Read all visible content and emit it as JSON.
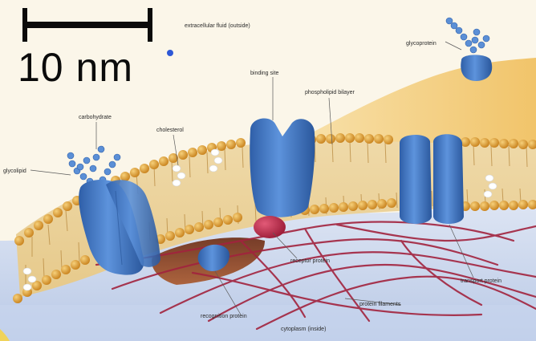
{
  "scale_bar": {
    "label": "10 nm"
  },
  "labels": {
    "extracellular": "extracellular fluid (outside)",
    "glycoprotein": "glycoprotein",
    "binding_site": "binding site",
    "phospholipid_bilayer": "phospholipid bilayer",
    "carbohydrate": "carbohydrate",
    "cholesterol": "cholesterol",
    "glycolipid": "glycolipid",
    "receptor_protein": "receptor protein",
    "transport_protein": "transport protein",
    "protein_filaments": "protein filaments",
    "recognition_protein": "recognition protein",
    "cytoplasm": "cytoplasm (inside)"
  },
  "colors": {
    "protein": "#3f78c8",
    "lipid_head": "#e2a02c",
    "cytoplasm": "#cdd9ee",
    "outer_cell": "#f4cf86",
    "filament": "#a2233e",
    "cholesterol": "#ffffff",
    "carbohydrate": "#5b8fd6"
  }
}
